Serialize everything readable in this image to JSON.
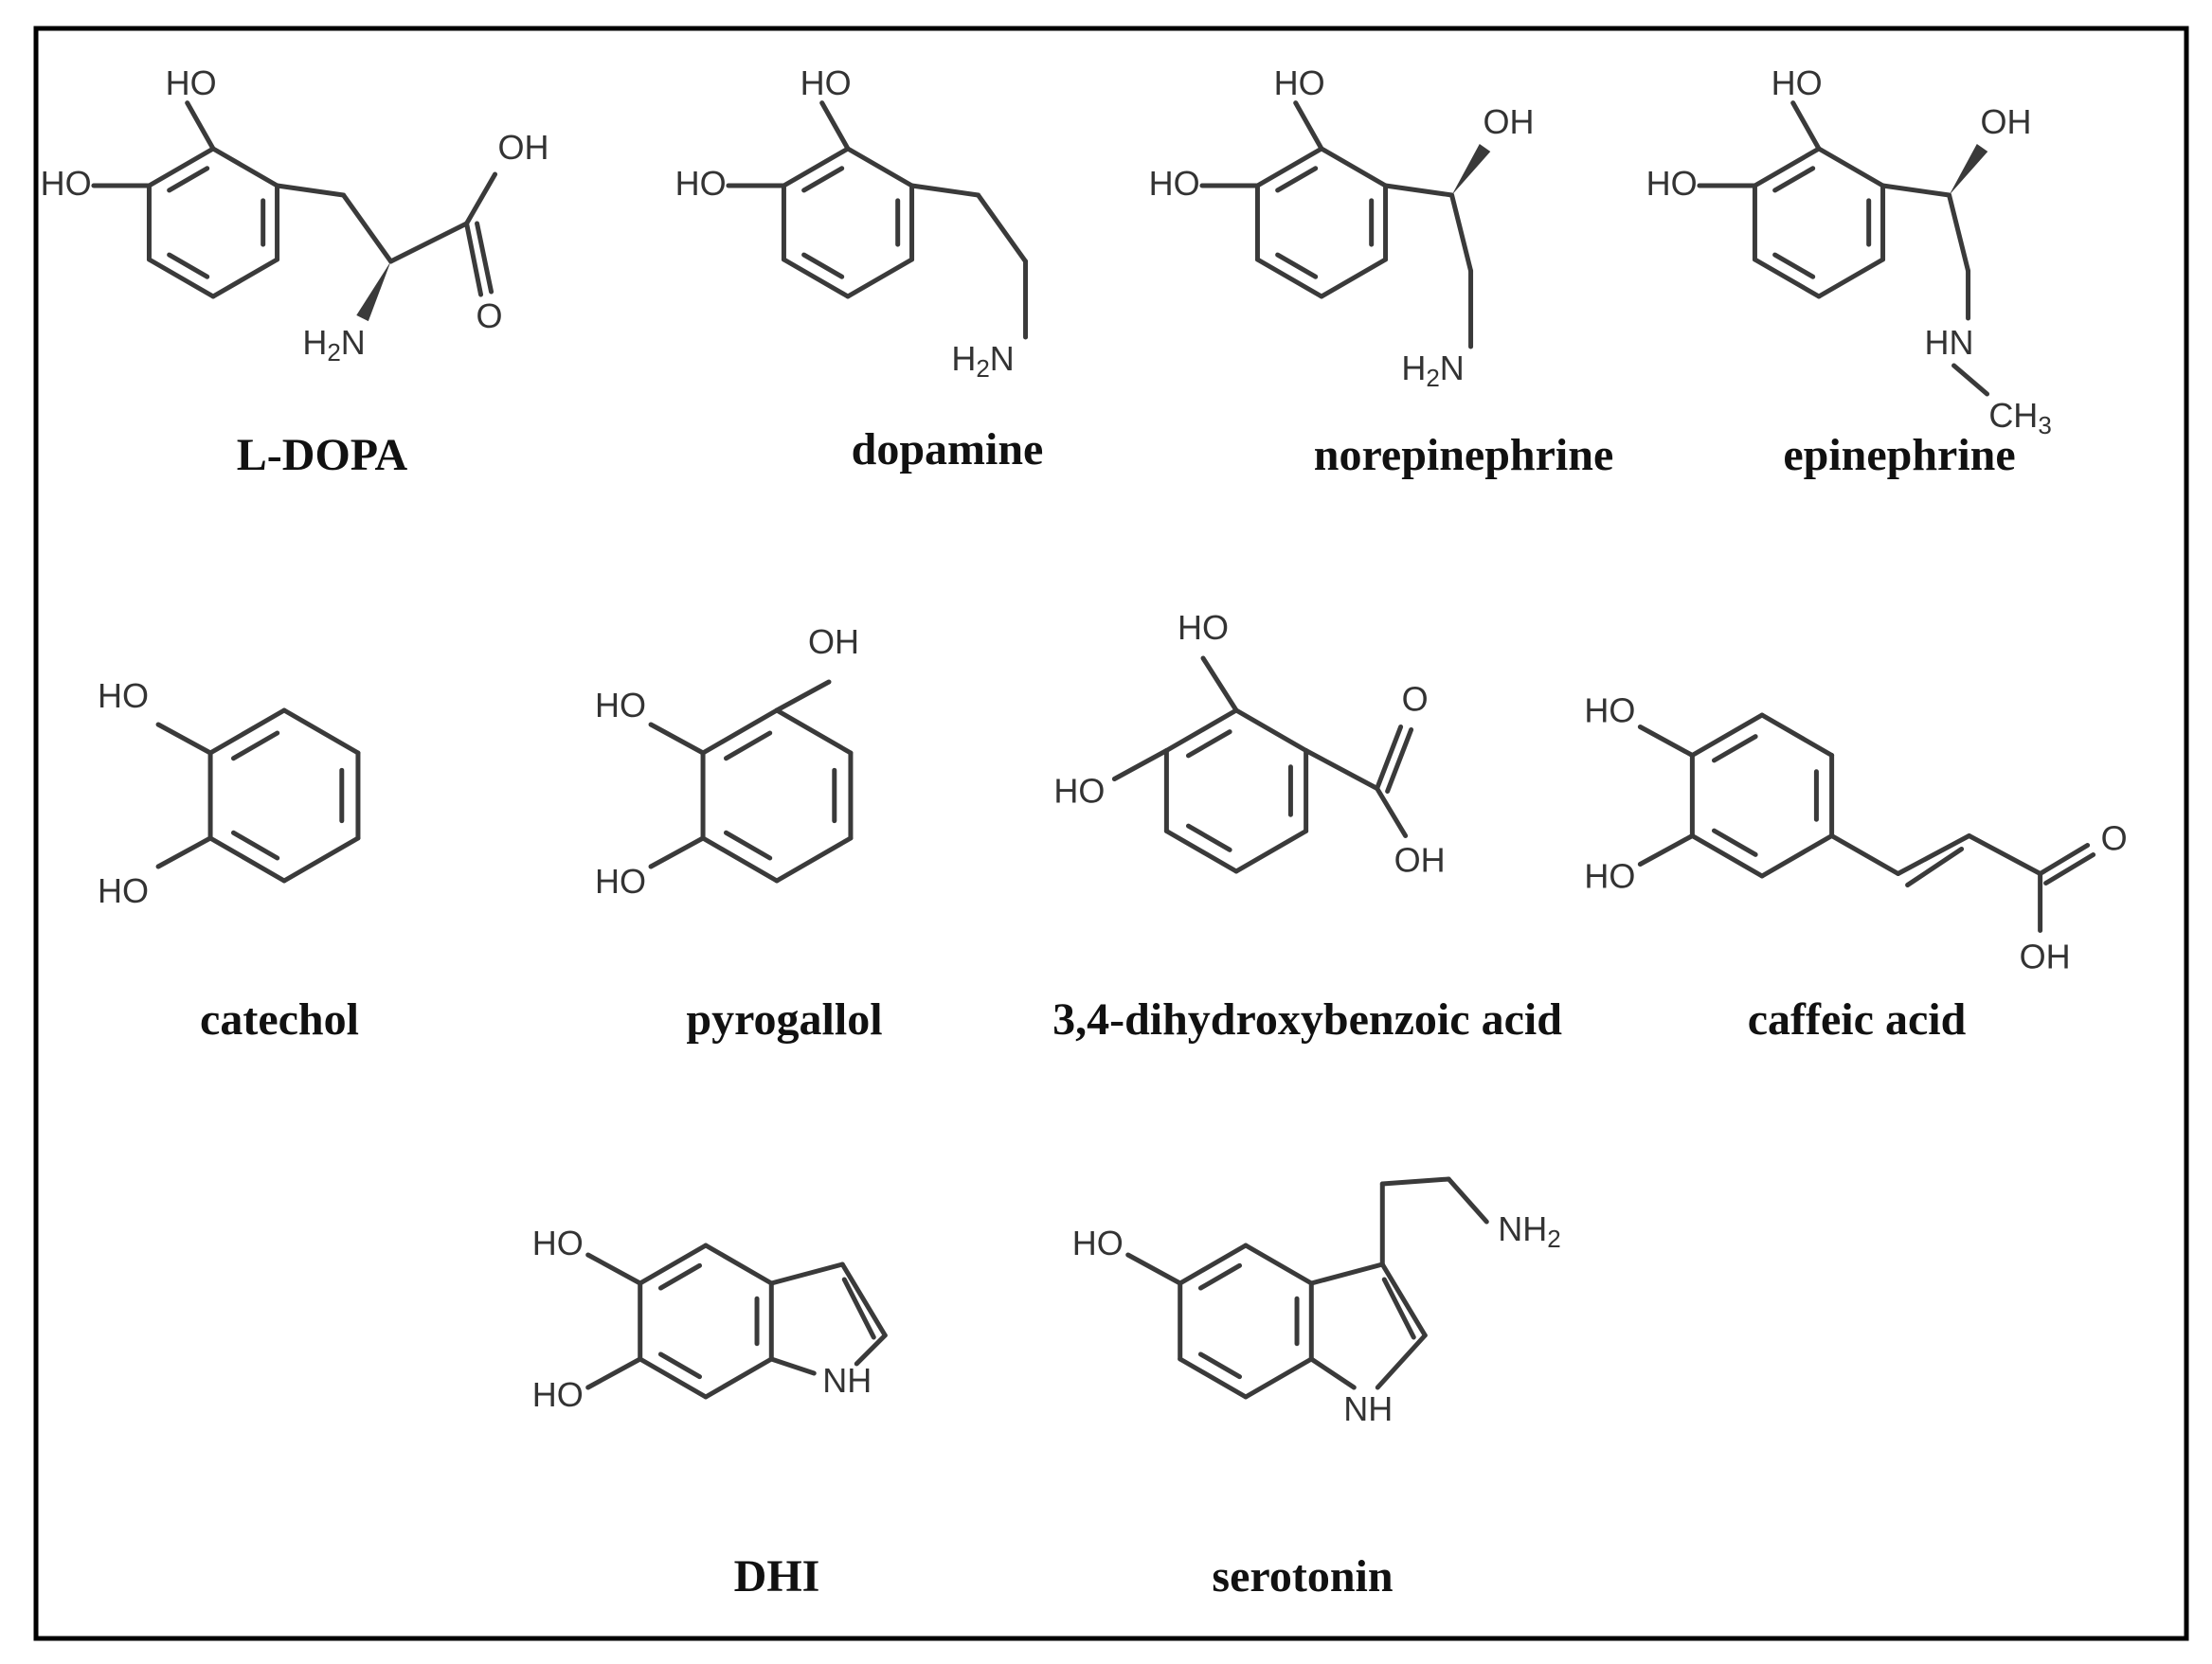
{
  "labels": {
    "hydroxyl": "HO",
    "hydroxyl_r": "OH",
    "amine": "H",
    "amine_sub": "2",
    "amine_n": "N",
    "amine_r": "NH",
    "imine": "NH",
    "methylamine": "HN",
    "methyl": "CH",
    "methyl_sub": "3",
    "oxygen": "O"
  },
  "compounds": [
    {
      "id": "l-dopa",
      "name": "L-DOPA"
    },
    {
      "id": "dopamine",
      "name": "dopamine"
    },
    {
      "id": "norepinephrine",
      "name": "norepinephrine"
    },
    {
      "id": "epinephrine",
      "name": "epinephrine"
    },
    {
      "id": "catechol",
      "name": "catechol"
    },
    {
      "id": "pyrogallol",
      "name": "pyrogallol"
    },
    {
      "id": "dhba",
      "name": "3,4-dihydroxybenzoic acid"
    },
    {
      "id": "caffeic-acid",
      "name": "caffeic acid"
    },
    {
      "id": "dhi",
      "name": "DHI"
    },
    {
      "id": "serotonin",
      "name": "serotonin"
    }
  ],
  "colors": {
    "bond": "#3a3a3a",
    "text": "#111111",
    "frame": "#000000"
  }
}
